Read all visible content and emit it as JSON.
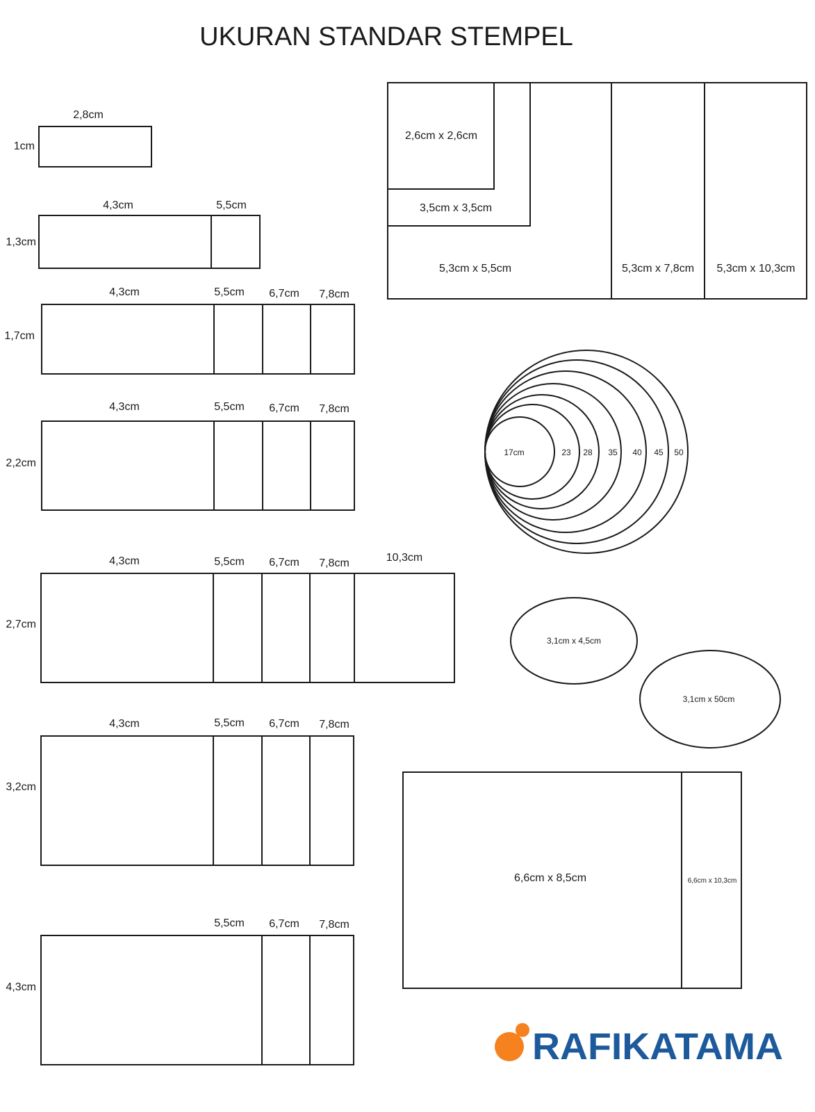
{
  "title": "UKURAN STANDAR STEMPEL",
  "rect_stamps": [
    {
      "height_label": "1cm",
      "widths": [
        "2,8cm"
      ]
    },
    {
      "height_label": "1,3cm",
      "widths": [
        "4,3cm",
        "5,5cm"
      ]
    },
    {
      "height_label": "1,7cm",
      "widths": [
        "4,3cm",
        "5,5cm",
        "6,7cm",
        "7,8cm"
      ]
    },
    {
      "height_label": "2,2cm",
      "widths": [
        "4,3cm",
        "5,5cm",
        "6,7cm",
        "7,8cm"
      ]
    },
    {
      "height_label": "2,7cm",
      "widths": [
        "4,3cm",
        "5,5cm",
        "6,7cm",
        "7,8cm",
        "10,3cm"
      ]
    },
    {
      "height_label": "3,2cm",
      "widths": [
        "4,3cm",
        "5,5cm",
        "6,7cm",
        "7,8cm"
      ]
    },
    {
      "height_label": "4,3cm",
      "widths": [
        "5,5cm",
        "6,7cm",
        "7,8cm"
      ]
    }
  ],
  "square_stamps": [
    "2,6cm x 2,6cm",
    "3,5cm x 3,5cm",
    "5,3cm x 5,5cm",
    "5,3cm x 7,8cm",
    "5,3cm x 10,3cm"
  ],
  "round_stamps": [
    "17cm",
    "23",
    "28",
    "35",
    "40",
    "45",
    "50"
  ],
  "oval_stamps": [
    "3,1cm x 4,5cm",
    "3,1cm x 50cm"
  ],
  "large_stamps": [
    "6,6cm x 8,5cm",
    "6,6cm x 10,3cm"
  ],
  "brand": {
    "name": "RAFIKATAMA",
    "dot_color": "#f5821f",
    "text_color": "#1d5a9b"
  }
}
